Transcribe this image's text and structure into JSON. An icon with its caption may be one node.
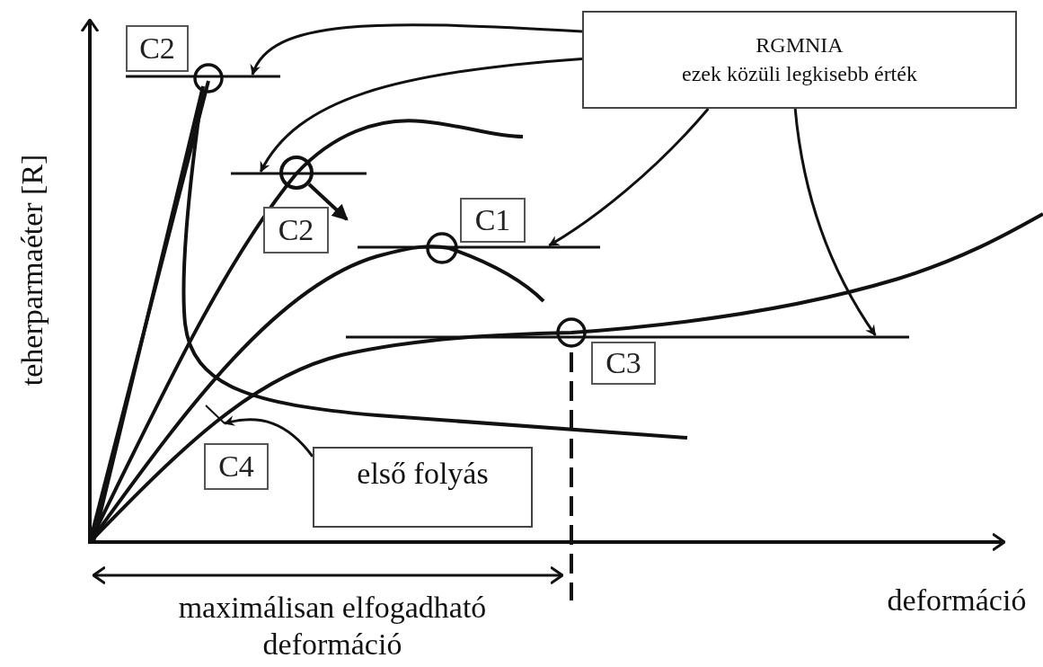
{
  "diagram": {
    "nodes": [
      {
        "text": [
          "C2"
        ]
      },
      {
        "text": [
          "RGMNIA",
          "ezek közüli legkisebb érték"
        ]
      },
      {
        "text": [
          "C2"
        ]
      },
      {
        "text": [
          "C1"
        ]
      },
      {
        "text": [
          "C3"
        ]
      },
      {
        "text": [
          "C4"
        ]
      },
      {
        "text": [
          "első folyás"
        ]
      },
      {
        "text": [],
        "shape": "line"
      },
      {
        "text": [],
        "shape": "line"
      },
      {
        "text": [],
        "shape": "line"
      },
      {
        "text": [],
        "shape": "line"
      },
      {
        "text": [],
        "shape": "line"
      }
    ],
    "edges": [
      {
        "from": 1,
        "to": 7,
        "arrow": "to"
      },
      {
        "from": 1,
        "to": 8,
        "arrow": "to"
      },
      {
        "from": 1,
        "to": 9,
        "arrow": "to"
      },
      {
        "from": 1,
        "to": 10,
        "arrow": "to"
      },
      {
        "from": 6,
        "to": 11,
        "arrow": "to"
      }
    ],
    "labels": [
      "teherparmaéter [R]",
      "deformáció",
      "maximálisan elfogadható deformáció"
    ]
  }
}
